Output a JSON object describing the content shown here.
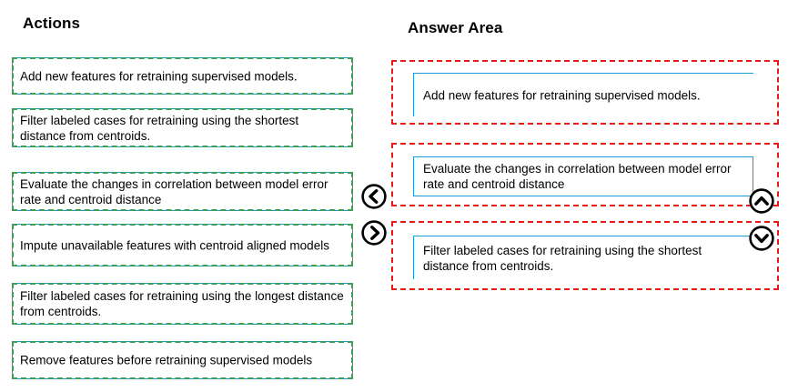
{
  "headings": {
    "actions": "Actions",
    "answer_area": "Answer Area"
  },
  "colors": {
    "option_border_blue": "#1b9ad6",
    "option_dash_green": "#3d9e58",
    "slot_dash_red": "#e81a17",
    "text": "#000000",
    "background": "#ffffff",
    "icon": "#000000"
  },
  "actions": {
    "items": [
      {
        "id": "action-1",
        "label": "Add new features for retraining supervised models."
      },
      {
        "id": "action-2",
        "label": "Filter labeled cases for retraining using the shortest distance from centroids."
      },
      {
        "id": "action-3",
        "label": "Evaluate the changes in correlation between model error rate and centroid distance"
      },
      {
        "id": "action-4",
        "label": "Impute unavailable features with centroid aligned models"
      },
      {
        "id": "action-5",
        "label": "Filter labeled cases for retraining using the longest distance from centroids."
      },
      {
        "id": "action-6",
        "label": "Remove features before retraining supervised models"
      }
    ]
  },
  "answer_area": {
    "slots": [
      {
        "id": "answer-slot-1",
        "label": "Add new features for retraining supervised models."
      },
      {
        "id": "answer-slot-2",
        "label": "Evaluate the changes in correlation between model error rate and centroid distance"
      },
      {
        "id": "answer-slot-3",
        "label": "Filter labeled cases for retraining using the shortest distance from centroids."
      }
    ]
  },
  "controls": {
    "move_left": {
      "name": "move-left-button",
      "icon": "chevron-left-circle-icon"
    },
    "move_right": {
      "name": "move-right-button",
      "icon": "chevron-right-circle-icon"
    },
    "move_up": {
      "name": "move-up-button",
      "icon": "chevron-up-circle-icon"
    },
    "move_down": {
      "name": "move-down-button",
      "icon": "chevron-down-circle-icon"
    }
  }
}
